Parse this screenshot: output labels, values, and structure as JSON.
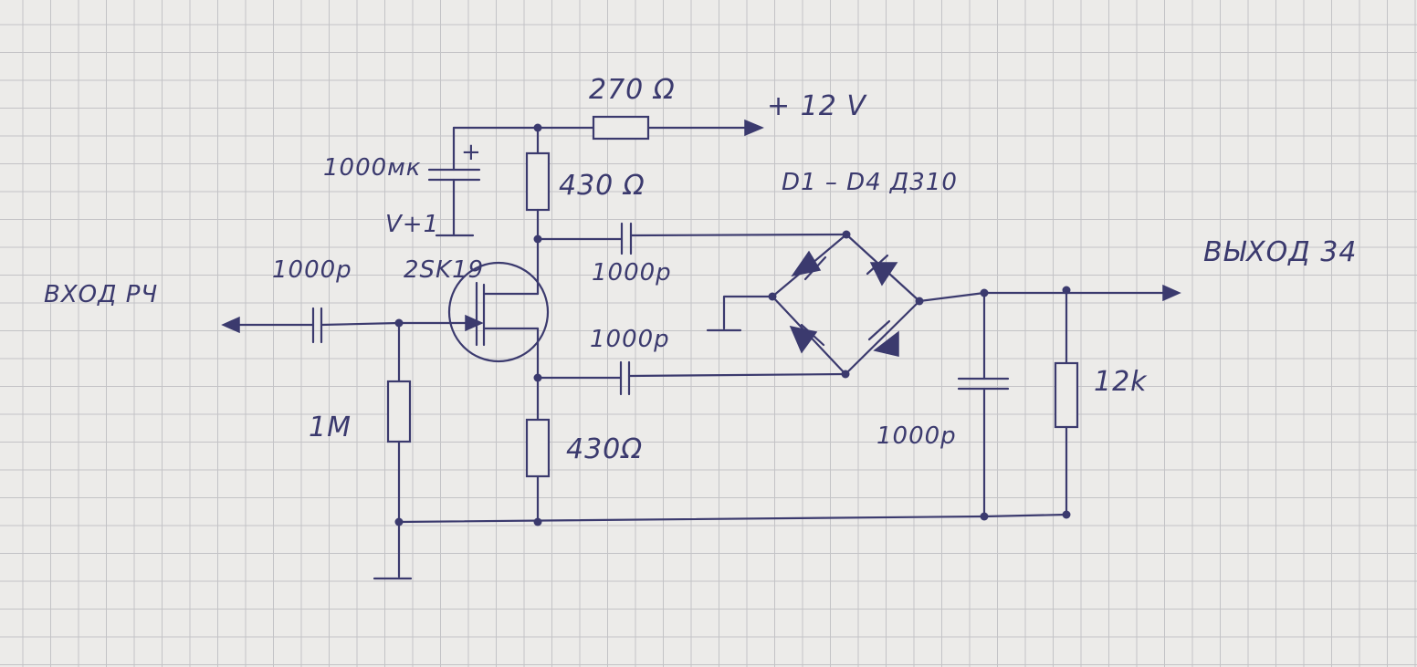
{
  "labels": {
    "r_supply": "270 Ω",
    "supply": "+ 12 V",
    "cap_electrolytic": "1000мк",
    "cap_plus": "+",
    "cap_ground": "V+1",
    "r_drain": "430 Ω",
    "diodes": "D1 – D4   Д310",
    "cap_drain": "1000р",
    "output": "ВЫХОД  34",
    "cap_input": "1000р",
    "transistor": "2SK19",
    "input": "ВХОД  РЧ",
    "cap_source": "1000р",
    "r_gate": "1M",
    "r_source": "430Ω",
    "cap_output": "1000р",
    "r_load": "12k"
  }
}
